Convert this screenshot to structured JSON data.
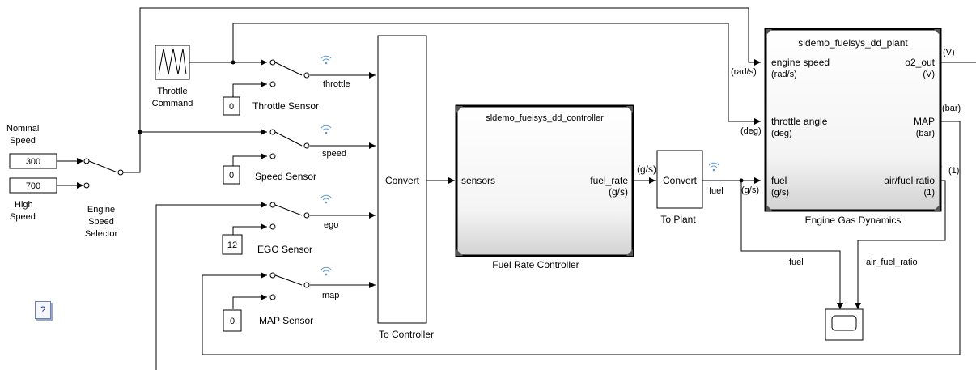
{
  "blocks": {
    "nominal_speed": {
      "label_line1": "Nominal",
      "label_line2": "Speed",
      "value": "300"
    },
    "high_speed": {
      "label_line1": "High",
      "label_line2": "Speed",
      "value": "700"
    },
    "engine_speed_selector": {
      "line1": "Engine",
      "line2": "Speed",
      "line3": "Selector"
    },
    "throttle_command": {
      "line1": "Throttle",
      "line2": "Command"
    },
    "throttle_sensor": {
      "value": "0",
      "label": "Throttle Sensor",
      "signal": "throttle"
    },
    "speed_sensor": {
      "value": "0",
      "label": "Speed Sensor",
      "signal": "speed"
    },
    "ego_sensor": {
      "value": "12",
      "label": "EGO Sensor",
      "signal": "ego"
    },
    "map_sensor": {
      "value": "0",
      "label": "MAP Sensor",
      "signal": "map"
    },
    "to_controller": {
      "text": "Convert",
      "label": "To Controller"
    },
    "controller": {
      "title": "sldemo_fuelsys_dd_controller",
      "in_port": "sensors",
      "out_port": "fuel_rate",
      "out_unit": "(g/s)",
      "label": "Fuel Rate Controller"
    },
    "to_plant": {
      "text": "Convert",
      "label": "To Plant",
      "in_unit": "(g/s)",
      "out_signal": "fuel"
    },
    "plant": {
      "title": "sldemo_fuelsys_dd_plant",
      "in1": "engine speed",
      "in1_unit": "(rad/s)",
      "in1_ext_unit": "(rad/s)",
      "in2": "throttle angle",
      "in2_unit": "(deg)",
      "in2_ext_unit": "(deg)",
      "in3": "fuel",
      "in3_unit": "(g/s)",
      "in3_ext_unit": "(g/s)",
      "out1": "o2_out",
      "out1_unit": "(V)",
      "out1_ext_unit": "(V)",
      "out2": "MAP",
      "out2_unit": "(bar)",
      "out2_ext_unit": "(bar)",
      "out3": "air/fuel ratio",
      "out3_unit": "(1)",
      "out3_ext_unit": "(1)",
      "label": "Engine Gas Dynamics"
    },
    "scope": {
      "in1_signal": "fuel",
      "in2_signal": "air_fuel_ratio"
    }
  },
  "help_button": {
    "label": "?"
  }
}
